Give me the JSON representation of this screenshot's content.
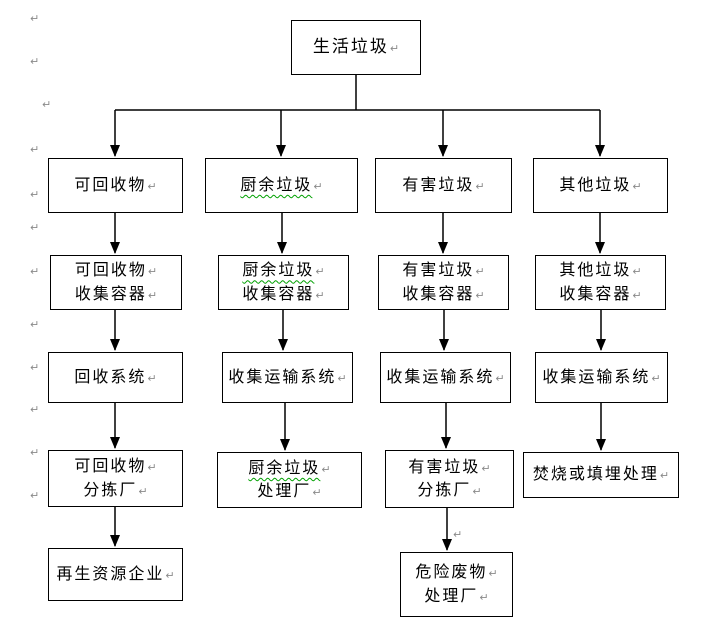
{
  "document": {
    "type": "word-flowchart",
    "background": "#ffffff"
  },
  "colors": {
    "line": "#000000",
    "box_border": "#000000",
    "squiggle_green": "#00a000",
    "mark_gray": "#8a8a8a"
  },
  "marks": {
    "return_mark": "↵"
  },
  "nodes": {
    "root": {
      "label": "生活垃圾"
    },
    "branch_recyclable": {
      "label": "可回收物"
    },
    "branch_kitchen": {
      "label": "厨余垃圾"
    },
    "branch_hazardous": {
      "label": "有害垃圾"
    },
    "branch_other": {
      "label": "其他垃圾"
    },
    "container_recyclable": {
      "line1": "可回收物",
      "line2": "收集容器"
    },
    "container_kitchen": {
      "line1": "厨余垃圾",
      "line2": "收集容器"
    },
    "container_hazardous": {
      "line1": "有害垃圾",
      "line2": "收集容器"
    },
    "container_other": {
      "line1": "其他垃圾",
      "line2": "收集容器"
    },
    "system_recycling": {
      "label": "回收系统"
    },
    "system_kitchen_transport": {
      "label": "收集运输系统"
    },
    "system_hazardous_transport": {
      "label": "收集运输系统"
    },
    "system_other_transport": {
      "label": "收集运输系统"
    },
    "plant_recyclable_sorting": {
      "line1": "可回收物",
      "line2": "分拣厂"
    },
    "plant_kitchen_treatment": {
      "line1": "厨余垃圾",
      "line2": "处理厂"
    },
    "plant_hazardous_sorting": {
      "line1": "有害垃圾",
      "line2": "分拣厂"
    },
    "treatment_other": {
      "label": "焚烧或填埋处理"
    },
    "enterprise_renewable": {
      "label": "再生资源企业"
    },
    "plant_hazardous_waste": {
      "line1": "危险废物",
      "line2": "处理厂"
    }
  },
  "edges": [
    {
      "from": "root",
      "to": "branch_recyclable"
    },
    {
      "from": "root",
      "to": "branch_kitchen"
    },
    {
      "from": "root",
      "to": "branch_hazardous"
    },
    {
      "from": "root",
      "to": "branch_other"
    },
    {
      "from": "branch_recyclable",
      "to": "container_recyclable"
    },
    {
      "from": "container_recyclable",
      "to": "system_recycling"
    },
    {
      "from": "system_recycling",
      "to": "plant_recyclable_sorting"
    },
    {
      "from": "plant_recyclable_sorting",
      "to": "enterprise_renewable"
    },
    {
      "from": "branch_kitchen",
      "to": "container_kitchen"
    },
    {
      "from": "container_kitchen",
      "to": "system_kitchen_transport"
    },
    {
      "from": "system_kitchen_transport",
      "to": "plant_kitchen_treatment"
    },
    {
      "from": "branch_hazardous",
      "to": "container_hazardous"
    },
    {
      "from": "container_hazardous",
      "to": "system_hazardous_transport"
    },
    {
      "from": "system_hazardous_transport",
      "to": "plant_hazardous_sorting"
    },
    {
      "from": "plant_hazardous_sorting",
      "to": "plant_hazardous_waste"
    },
    {
      "from": "branch_other",
      "to": "container_other"
    },
    {
      "from": "container_other",
      "to": "system_other_transport"
    },
    {
      "from": "system_other_transport",
      "to": "treatment_other"
    }
  ]
}
